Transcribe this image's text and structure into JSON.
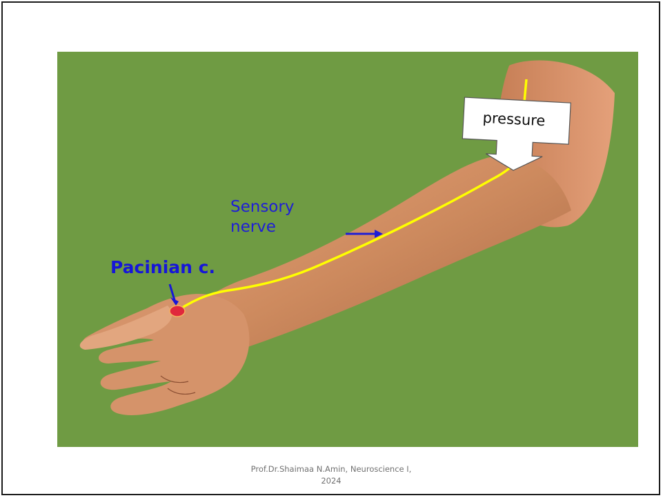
{
  "figure": {
    "label_sensory_nerve": "Sensory\nnerve",
    "label_pacinian": "Pacinian c.",
    "label_pressure": "pressure",
    "colors": {
      "background_green": "#6f9b43",
      "skin": "#c8845a",
      "nerve": "#ffff00",
      "receptor": "#e0283c",
      "arrow": "#1e1ed6"
    }
  },
  "footer": {
    "text": "Prof.Dr.Shaimaa N.Amin, Neuroscience I,\n2024"
  }
}
